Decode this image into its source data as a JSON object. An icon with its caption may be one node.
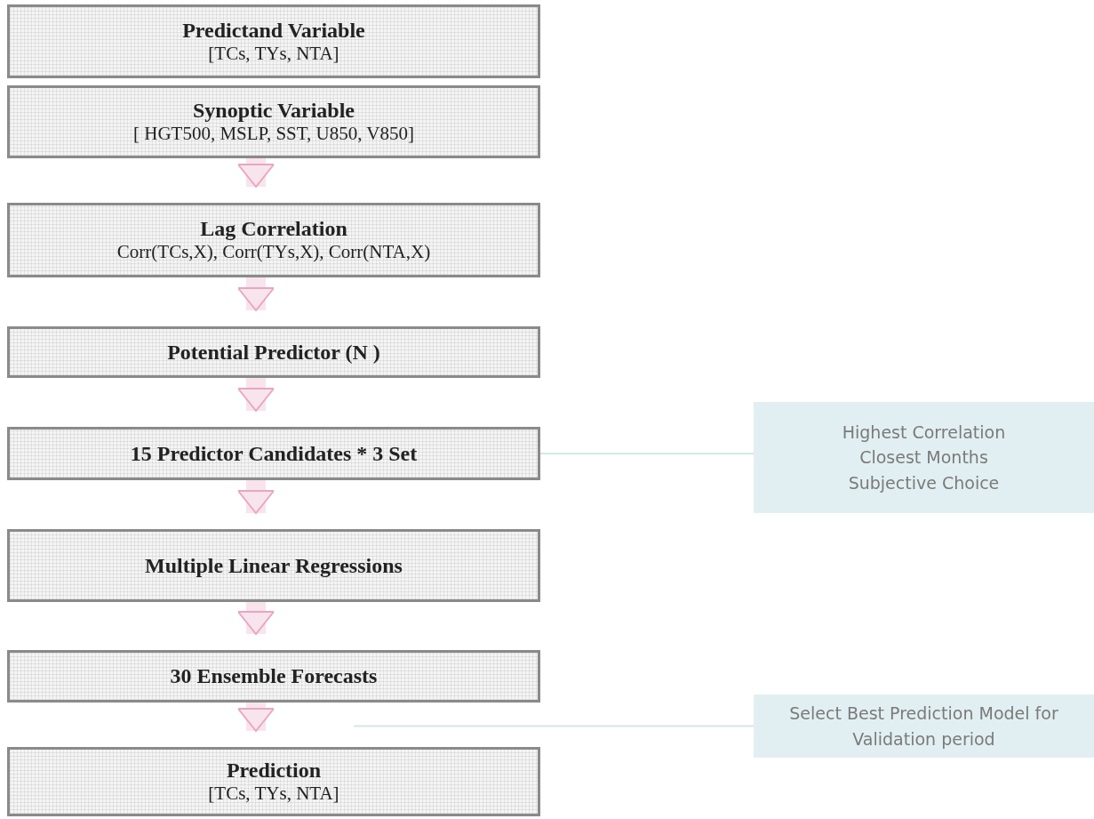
{
  "diagram": {
    "nodes": [
      {
        "text": [
          "Predictand  Variable",
          "[TCs, TYs, NTA]"
        ]
      },
      {
        "text": [
          "Synoptic Variable",
          "[ HGT500, MSLP, SST, U850, V850]"
        ]
      },
      {
        "text": [
          "Lag Correlation",
          "Corr(TCs,X), Corr(TYs,X), Corr(NTA,X)"
        ]
      },
      {
        "text": [
          "Potential Predictor (N )"
        ]
      },
      {
        "text": [
          "15 Predictor Candidates * 3 Set"
        ]
      },
      {
        "text": [
          "Multiple Linear Regressions"
        ]
      },
      {
        "text": [
          "30 Ensemble Forecasts"
        ]
      },
      {
        "text": [
          "Prediction",
          "[TCs, TYs, NTA]"
        ]
      },
      {
        "text": [
          "Highest Correlation",
          "Closest Months",
          "Subjective Choice"
        ]
      },
      {
        "text": [
          "Select Best Prediction Model for Validation period"
        ]
      }
    ],
    "edges": [
      {
        "from": 1,
        "to": 2,
        "arrow": "to"
      },
      {
        "from": 2,
        "to": 3,
        "arrow": "to"
      },
      {
        "from": 3,
        "to": 4,
        "arrow": "to"
      },
      {
        "from": 4,
        "to": 5,
        "arrow": "to"
      },
      {
        "from": 5,
        "to": 6,
        "arrow": "to"
      },
      {
        "from": 6,
        "to": 7,
        "arrow": "to"
      },
      {
        "from": 4,
        "to": 8,
        "arrow": "none",
        "color": "#d6e6ea"
      },
      {
        "from": 9,
        "to": null,
        "arrow": "none",
        "color": "#d6e6ea"
      }
    ]
  }
}
